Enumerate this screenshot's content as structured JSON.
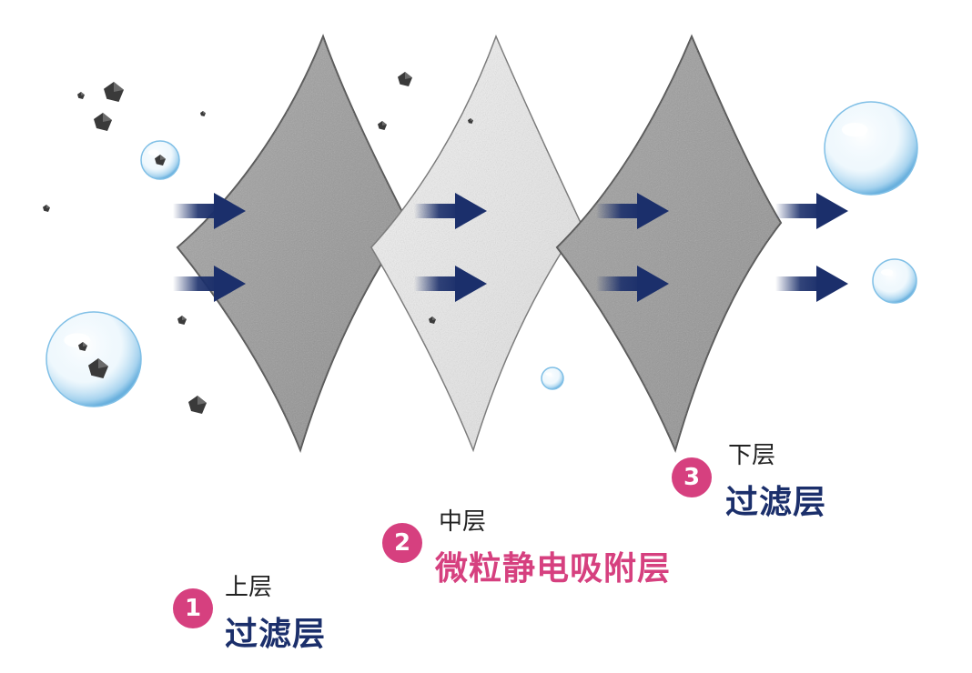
{
  "colors": {
    "badge": "#d6407f",
    "title_blue": "#1b2f6b",
    "title_pink": "#d6407f",
    "arrow": "#1b2f6b",
    "layer_dark": "#9c9c9c",
    "layer_light": "#ececec"
  },
  "layers": [
    {
      "number": "1",
      "sub": "上层",
      "name": "过滤层",
      "name_color": "#1b2f6b"
    },
    {
      "number": "2",
      "sub": "中层",
      "name": "微粒静电吸附层",
      "name_color": "#d6407f"
    },
    {
      "number": "3",
      "sub": "下层",
      "name": "过滤层",
      "name_color": "#1b2f6b"
    }
  ],
  "icons": [
    "arrow-right-icon",
    "water-bubble-icon",
    "dust-particle-icon"
  ]
}
